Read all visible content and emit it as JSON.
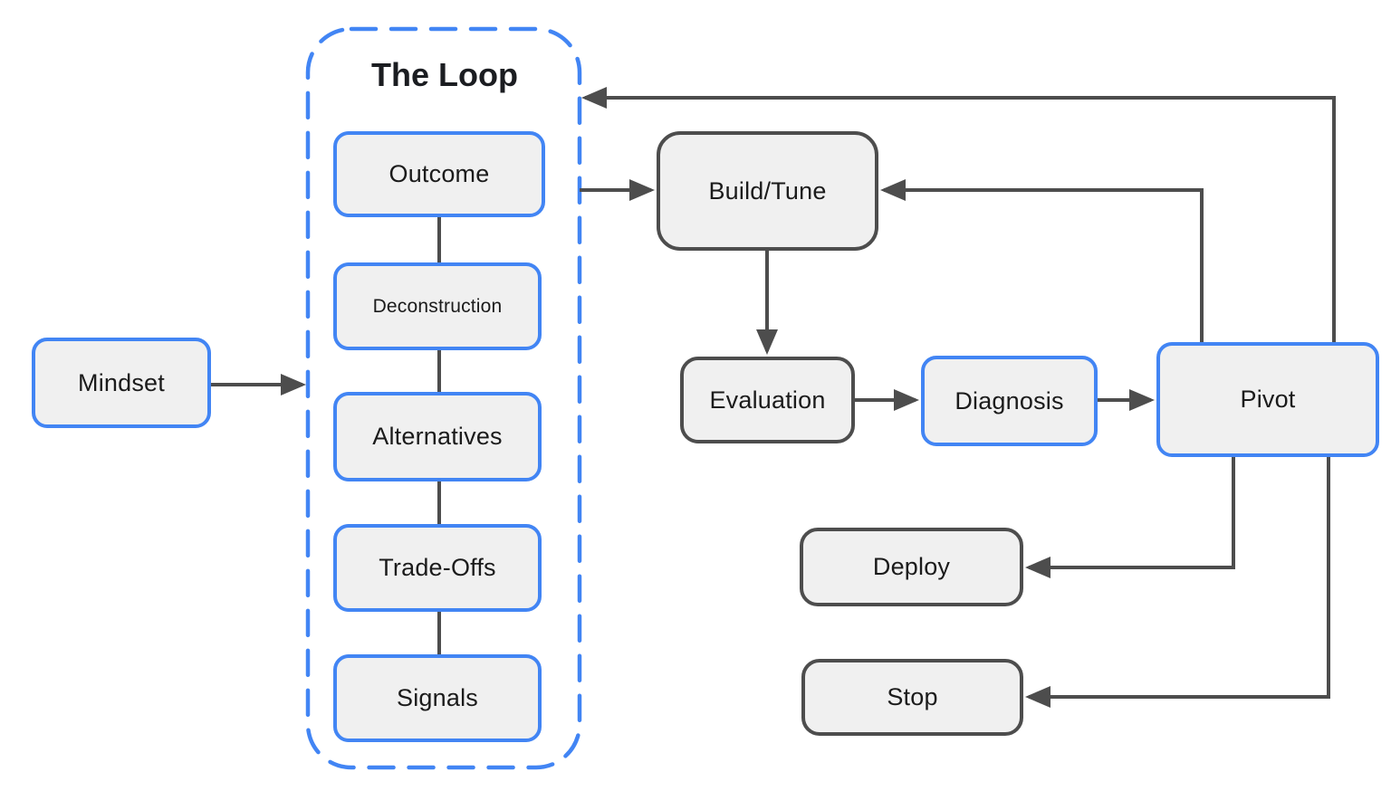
{
  "colors": {
    "accent_blue": "#4285f4",
    "stroke_dark": "#4d4d4d",
    "node_fill": "#f0f0f0",
    "text": "#1b1b1b",
    "background": "#ffffff"
  },
  "diagram": {
    "type": "flowchart",
    "loop": {
      "title": "The Loop",
      "contains": [
        "Outcome",
        "Deconstruction",
        "Alternatives",
        "Trade-Offs",
        "Signals"
      ]
    },
    "nodes": {
      "mindset": {
        "label": "Mindset",
        "style": "blue"
      },
      "outcome": {
        "label": "Outcome",
        "style": "blue"
      },
      "deconstruction": {
        "label": "Deconstruction",
        "style": "blue"
      },
      "alternatives": {
        "label": "Alternatives",
        "style": "blue"
      },
      "trade_offs": {
        "label": "Trade-Offs",
        "style": "blue"
      },
      "signals": {
        "label": "Signals",
        "style": "blue"
      },
      "build_tune": {
        "label": "Build/Tune",
        "style": "dark"
      },
      "evaluation": {
        "label": "Evaluation",
        "style": "dark"
      },
      "diagnosis": {
        "label": "Diagnosis",
        "style": "blue"
      },
      "pivot": {
        "label": "Pivot",
        "style": "blue"
      },
      "deploy": {
        "label": "Deploy",
        "style": "dark"
      },
      "stop": {
        "label": "Stop",
        "style": "dark"
      }
    },
    "edges": [
      {
        "from": "Mindset",
        "to": "The Loop",
        "arrowhead": true
      },
      {
        "from": "Outcome",
        "to": "Deconstruction",
        "arrowhead": false
      },
      {
        "from": "Deconstruction",
        "to": "Alternatives",
        "arrowhead": false
      },
      {
        "from": "Alternatives",
        "to": "Trade-Offs",
        "arrowhead": false
      },
      {
        "from": "Trade-Offs",
        "to": "Signals",
        "arrowhead": false
      },
      {
        "from": "The Loop",
        "to": "Build/Tune",
        "arrowhead": true
      },
      {
        "from": "Build/Tune",
        "to": "Evaluation",
        "arrowhead": true
      },
      {
        "from": "Evaluation",
        "to": "Diagnosis",
        "arrowhead": true
      },
      {
        "from": "Diagnosis",
        "to": "Pivot",
        "arrowhead": true
      },
      {
        "from": "Pivot",
        "to": "Build/Tune",
        "arrowhead": true
      },
      {
        "from": "Pivot",
        "to": "The Loop",
        "arrowhead": true
      },
      {
        "from": "Pivot",
        "to": "Deploy",
        "arrowhead": true
      },
      {
        "from": "Pivot",
        "to": "Stop",
        "arrowhead": true
      }
    ]
  }
}
